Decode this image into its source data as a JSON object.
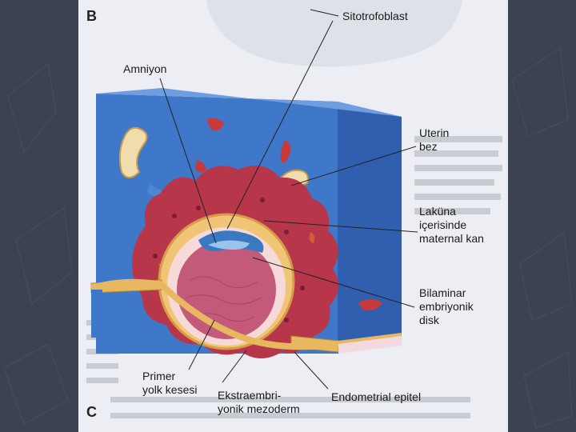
{
  "panel_labels": {
    "top": "B",
    "bottom": "C"
  },
  "labels": {
    "sitotrofoblast": "Sitotrofoblast",
    "amniyon": "Amniyon",
    "uterin_bez": {
      "line1": "Uterin",
      "line2": "bez"
    },
    "lakuna": {
      "line1": "Laküna",
      "line2": "içerisinde",
      "line3": "maternal kan"
    },
    "bilaminar": {
      "line1": "Bilaminar",
      "line2": "embriyonik",
      "line3": "disk"
    },
    "primer_yolk": {
      "line1": "Primer",
      "line2": "yolk kesesi"
    },
    "ekstraembriyonik": {
      "line1": "Ekstraembri-",
      "line2": "yonik mezoderm"
    },
    "endometrial": "Endometrial epitel"
  },
  "colors": {
    "slide_background": "#3b4250",
    "page": "#eceef4",
    "tissue_blue": "#3f77c9",
    "tissue_side": "#2f5fae",
    "trophoblast": "#b8364a",
    "epithelium": "#e7b860",
    "yolk_sac": "#c45a7a",
    "amnion": "#3a78c2"
  }
}
